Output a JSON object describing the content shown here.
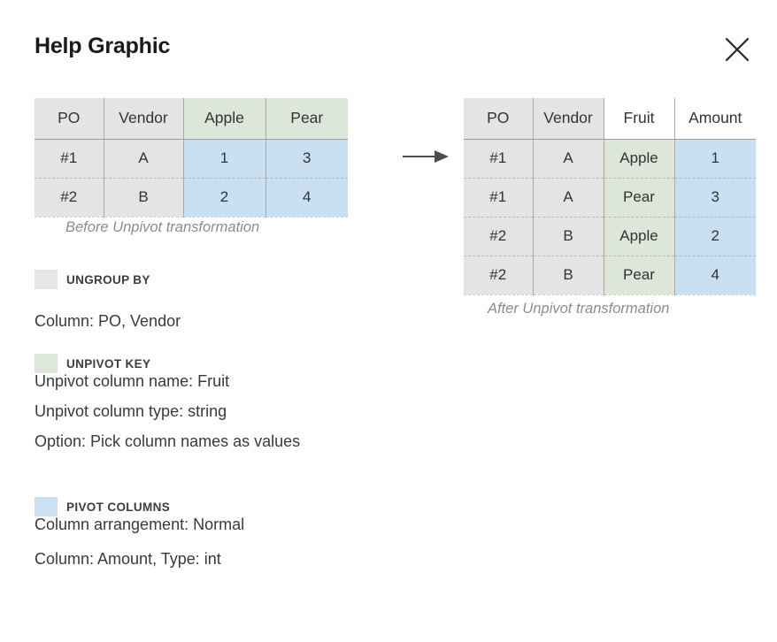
{
  "header": {
    "title": "Help Graphic",
    "close_icon": "close-icon"
  },
  "arrow": {
    "icon": "arrow-right-icon",
    "color": "#4d4d4d"
  },
  "colors": {
    "ungroup_swatch": "#e6e6e6",
    "unpivot_key_swatch": "#dde7da",
    "pivot_columns_swatch": "#cbe0f2",
    "cell_gray": "#e4e4e4",
    "cell_green": "#dce7da",
    "cell_blue": "#c9dff2"
  },
  "table_before": {
    "caption": "Before Unpivot transformation",
    "columns": [
      {
        "label": "PO",
        "header_fill": "gray",
        "body_fill": "gray"
      },
      {
        "label": "Vendor",
        "header_fill": "gray",
        "body_fill": "gray"
      },
      {
        "label": "Apple",
        "header_fill": "green",
        "body_fill": "blue"
      },
      {
        "label": "Pear",
        "header_fill": "green",
        "body_fill": "blue"
      }
    ],
    "rows": [
      [
        "#1",
        "A",
        "1",
        "3"
      ],
      [
        "#2",
        "B",
        "2",
        "4"
      ]
    ]
  },
  "table_after": {
    "caption": "After Unpivot transformation",
    "columns": [
      {
        "label": "PO",
        "header_fill": "gray",
        "body_fill": "gray"
      },
      {
        "label": "Vendor",
        "header_fill": "gray",
        "body_fill": "gray"
      },
      {
        "label": "Fruit",
        "header_fill": "white",
        "body_fill": "green"
      },
      {
        "label": "Amount",
        "header_fill": "white",
        "body_fill": "blue"
      }
    ],
    "rows": [
      [
        "#1",
        "A",
        "Apple",
        "1"
      ],
      [
        "#1",
        "A",
        "Pear",
        "3"
      ],
      [
        "#2",
        "B",
        "Apple",
        "2"
      ],
      [
        "#2",
        "B",
        "Pear",
        "4"
      ]
    ]
  },
  "sections": [
    {
      "id": "ungroup",
      "swatch": "gray",
      "title": "UNGROUP BY",
      "lines": [
        "Column: PO, Vendor"
      ]
    },
    {
      "id": "key",
      "swatch": "green",
      "title": "UNPIVOT KEY",
      "lines": [
        "Unpivot column name: Fruit",
        "Unpivot column type: string",
        "Option: Pick column names as values"
      ]
    },
    {
      "id": "pivot",
      "swatch": "blue",
      "title": "PIVOT COLUMNS",
      "lines": [
        "Column arrangement: Normal",
        "Column: Amount, Type: int"
      ]
    }
  ]
}
